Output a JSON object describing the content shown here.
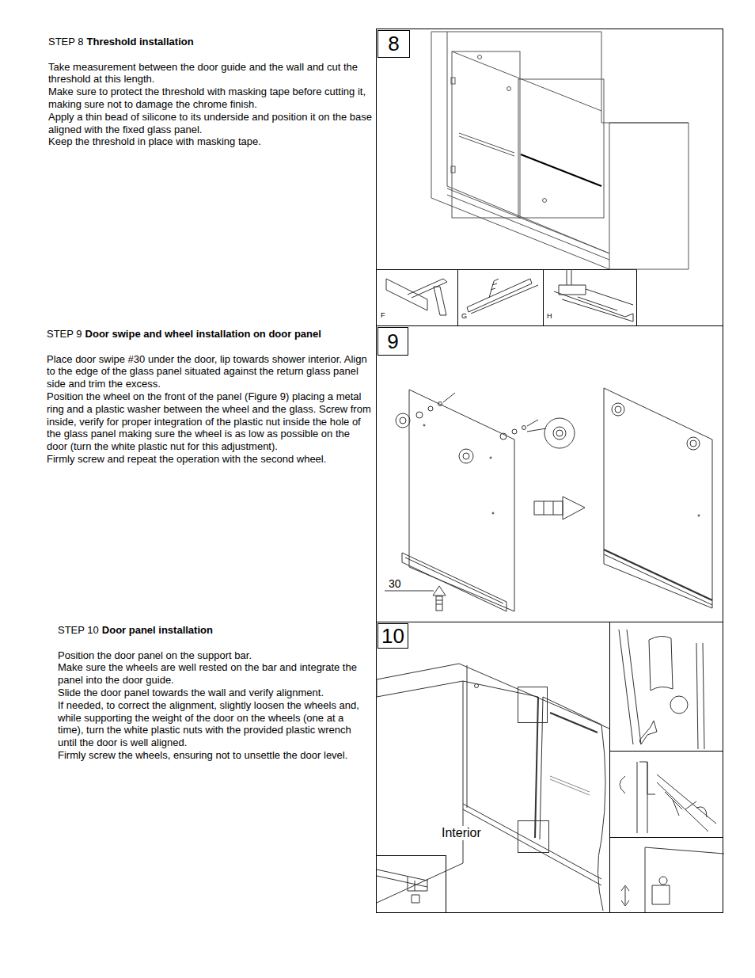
{
  "diagram": {
    "nodes": [
      {
        "text": [
          "8"
        ]
      },
      {
        "text": [
          "9"
        ]
      },
      {
        "text": [
          "10"
        ]
      }
    ],
    "labels": [
      "STEP 8",
      "Threshold installation",
      "Take measurement between the door guide and the wall and cut the threshold at this length.",
      "Make sure to protect the threshold with masking tape before cutting it, making sure not to damage the chrome finish.",
      "Apply a thin bead of silicone to its underside and position it on the base aligned with the fixed glass panel.",
      "Keep the threshold in place with masking tape.",
      "F",
      "G",
      "H",
      "STEP 9",
      "Door swipe and wheel installation on door panel",
      "Place door swipe #30 under the door, lip towards shower interior. Align to the edge of the glass panel situated against the return glass panel side and trim the excess.",
      "Position the wheel on the front of the panel (Figure 9) placing a metal ring and a plastic washer between the wheel and the glass. Screw from inside, verify for proper integration of the plastic nut inside the hole of the glass panel making sure the wheel is as low as possible on the door (turn the white plastic nut for this adjustment).",
      "Firmly screw and repeat the operation with the second wheel.",
      "30",
      "STEP 10",
      "Door panel installation",
      "Position the door panel on the support bar.",
      "Make sure the wheels are well rested on the bar and integrate the panel into the door guide.",
      "Slide the door panel towards the wall and verify alignment.",
      "If needed, to correct the alignment, slightly loosen the wheels and, while supporting the weight of the door on the wheels (one at a time), turn the white plastic nuts with the provided plastic wrench until the door is well aligned.",
      "Firmly screw the wheels, ensuring not to unsettle the door level.",
      "Interior"
    ]
  }
}
